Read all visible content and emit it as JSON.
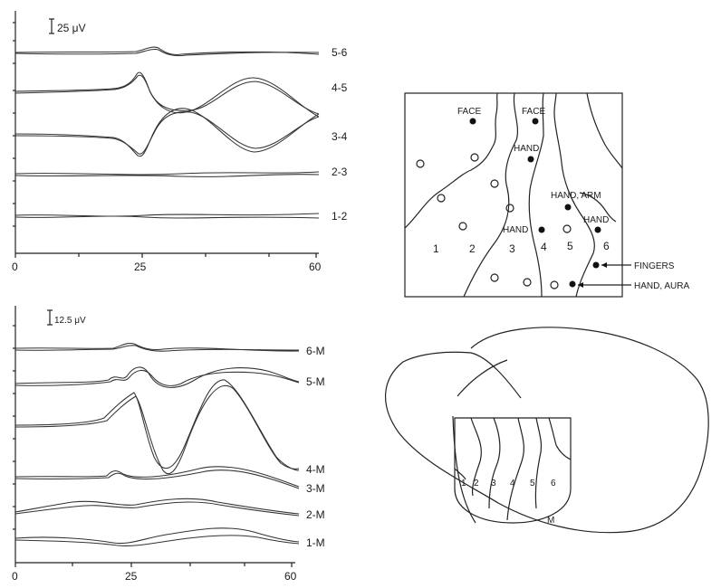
{
  "top_panel": {
    "scale_label": "25 μV",
    "channels": [
      "5-6",
      "4-5",
      "3-4",
      "2-3",
      "1-2"
    ],
    "xticks": [
      "0",
      "25",
      "60"
    ]
  },
  "bottom_panel": {
    "scale_label": "12.5 μV",
    "channels": [
      "6-M",
      "5-M",
      "4-M",
      "3-M",
      "2-M",
      "1-M"
    ],
    "xticks": [
      "0",
      "25",
      "60"
    ]
  },
  "map": {
    "zone_numbers": [
      "1",
      "2",
      "3",
      "4",
      "5",
      "6"
    ],
    "site_labels": {
      "face_left": "FACE",
      "face_right": "FACE",
      "hand_upper": "HAND",
      "hand_arm": "HAND, ARM",
      "hand_lower": "HAND",
      "hand_right": "HAND"
    },
    "callouts": {
      "fingers": "FINGERS",
      "hand_aura": "HAND, AURA"
    }
  },
  "brain": {
    "zone_numbers": [
      "1",
      "2",
      "3",
      "4",
      "5",
      "6"
    ],
    "label_m": "M"
  }
}
